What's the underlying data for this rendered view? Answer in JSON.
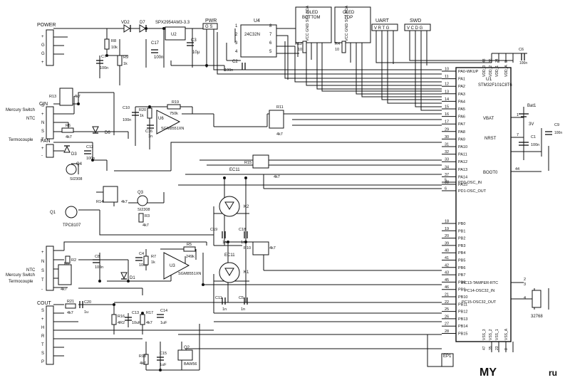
{
  "labels": {
    "power": "POWER",
    "pwr": "PWR",
    "pwr_pins": "G S",
    "vd2": "VD2",
    "d7": "D7",
    "regulator": "SPX2954AM3-3.3",
    "u2": "U2",
    "c17": "C17",
    "c17_val": "100n",
    "c3": "C3",
    "c3_val": "10µ",
    "u4": "U4",
    "u4_part": "24C32N",
    "c2": "C2",
    "c2_val": "100n",
    "oled_bottom_1": "OLED",
    "oled_bottom_2": "BOTTOM",
    "oled_top_1": "OLED",
    "oled_top_2": "TOP",
    "oled_pins": "VCC GND SCL SDA",
    "r12": "R12",
    "r12_val": "10",
    "r4": "R4",
    "r4_val": "10",
    "uart": "UART",
    "uart_pins": "V R T G",
    "swd": "SWD",
    "swd_pins": "V C D G",
    "c6": "C6",
    "c6_val": "100n",
    "r8": "R8",
    "r8_val": "10k",
    "r9": "R9",
    "r9_val": "1k",
    "c7": "C7",
    "c7_val": "100n",
    "r13": "R13",
    "r13_val": "4k7",
    "cin": "CIN",
    "mercury_switch": "Mercury Switch",
    "ntc": "NTC",
    "termocouple": "Termocouple",
    "r6": "R6",
    "r6_val": "4k7",
    "d6": "D6",
    "c10": "C10",
    "c10_val": "100n",
    "r20": "R20",
    "r20_val": "1k",
    "c16": "C16",
    "c16_val": "1n",
    "r19": "R19",
    "r19_val": "750k",
    "u6": "U6",
    "sgm": "SGM8551XN",
    "r11": "R11",
    "r11_val": "4k7",
    "fan": "FAN",
    "d3": "D3",
    "c12": "C12",
    "c12_val": "100n",
    "q4": "Q4",
    "si2308": "SI2308",
    "q3": "Q3",
    "r14": "R14",
    "r14_val": "4k7",
    "r3": "R3",
    "r3_val": "4k7",
    "q1": "Q1",
    "tpc": "TPC8107",
    "r15": "R15",
    "r15_val": "4k7",
    "ec11": "EC11",
    "k2": "K2",
    "k1": "K1",
    "c19": "C19",
    "c18": "C18",
    "cap_1n": "1n",
    "r10": "R10",
    "r10_val": "4k7",
    "c11": "C11",
    "c5": "C5",
    "r2": "R2",
    "r1": "R1",
    "r1_val": "4k7",
    "c8": "C8",
    "c8_val": "100n",
    "c4": "C4",
    "c4_val": "100n",
    "r7": "R7",
    "r7_val": "1k",
    "r5": "R5",
    "r5_val": "249k",
    "d1": "D1",
    "u3": "U3",
    "cout": "COUT",
    "r21": "R21",
    "r21_val": "4k7",
    "c20": "C20",
    "c20_val": "1u",
    "r16": "R16",
    "r16_val": "4R2",
    "c13": "C13",
    "c13_val": "10uF",
    "r17": "R17",
    "r17_val": "4k7",
    "c14": "C14",
    "c14_val": "1uF",
    "r18": "R18",
    "r18_val": "4k7",
    "c15": "C15",
    "c15_val": "1uF",
    "q2": "Q2",
    "baw56": "BAW56",
    "u1": "U1",
    "mcu": "STM32F101C8T6",
    "bat1": "Bat1",
    "bat_val": "3V",
    "c1": "C1",
    "c1_val": "100n",
    "c9": "C9",
    "c9_val": "100n",
    "vbat": "VBAT",
    "nrst": "NRST",
    "boot0": "BOOT0",
    "tamper": "PC13-TAMPER-RTC",
    "osc32_in": "PC14-OSC32_IN",
    "osc32_out": "PC15-OSC32_OUT",
    "crystal": "32768",
    "ep1": "EP1",
    "osc_in": "PD0-OSC_IN",
    "osc_out": "PD1-OSC_OUT",
    "watermark": "MY",
    "watermark2": "ru"
  },
  "connectors": {
    "power_pins": [
      "+",
      "G",
      "G",
      "+"
    ],
    "cin_pins": [
      "S",
      "+",
      "N",
      "S",
      "T"
    ],
    "fan_pins": [
      "+",
      "-"
    ],
    "probe_pins": [
      "+",
      "N",
      "S",
      "T",
      "-"
    ],
    "cout_pins": [
      "S",
      "+",
      "H",
      "R",
      "T",
      "S",
      "P"
    ]
  },
  "mcu_pins": {
    "pa": [
      {
        "num": "10",
        "name": "PA0-WKUP"
      },
      {
        "num": "11",
        "name": "PA1"
      },
      {
        "num": "12",
        "name": "PA2"
      },
      {
        "num": "13",
        "name": "PA3"
      },
      {
        "num": "14",
        "name": "PA4"
      },
      {
        "num": "15",
        "name": "PA5"
      },
      {
        "num": "16",
        "name": "PA6"
      },
      {
        "num": "17",
        "name": "PA7"
      },
      {
        "num": "29",
        "name": "PA8"
      },
      {
        "num": "30",
        "name": "PA9"
      },
      {
        "num": "31",
        "name": "PA10"
      },
      {
        "num": "32",
        "name": "PA11"
      },
      {
        "num": "33",
        "name": "PA12"
      },
      {
        "num": "34",
        "name": "PA13"
      },
      {
        "num": "37",
        "name": "PA14"
      },
      {
        "num": "38",
        "name": "PA15"
      }
    ],
    "pb": [
      {
        "num": "18",
        "name": "PB0"
      },
      {
        "num": "19",
        "name": "PB1"
      },
      {
        "num": "20",
        "name": "PB2"
      },
      {
        "num": "39",
        "name": "PB3"
      },
      {
        "num": "40",
        "name": "PB4"
      },
      {
        "num": "41",
        "name": "PB5"
      },
      {
        "num": "42",
        "name": "PB6"
      },
      {
        "num": "43",
        "name": "PB7"
      },
      {
        "num": "45",
        "name": "PB8"
      },
      {
        "num": "46",
        "name": "PB9"
      },
      {
        "num": "21",
        "name": "PB10"
      },
      {
        "num": "22",
        "name": "PB11"
      },
      {
        "num": "25",
        "name": "PB12"
      },
      {
        "num": "26",
        "name": "PB13"
      },
      {
        "num": "27",
        "name": "PB14"
      },
      {
        "num": "28",
        "name": "PB15"
      }
    ],
    "osc": [
      {
        "num": "5",
        "name": "PD0-OSC_IN"
      },
      {
        "num": "6",
        "name": "PD1-OSC_OUT"
      }
    ],
    "top": [
      "VDD_3",
      "VDD_2",
      "VDD_1",
      "VDD_A"
    ],
    "top_nums": [
      "48",
      "36",
      "24",
      "9"
    ],
    "bottom": [
      "VSS_3",
      "VSS_2",
      "VSS_1",
      "VSS_A"
    ],
    "bottom_nums": [
      "47",
      "35",
      "23",
      "8"
    ],
    "right_nums": [
      "1",
      "7",
      "44",
      "2",
      "3",
      "4"
    ],
    "u4_left": [
      "1",
      "2",
      "3",
      "4"
    ],
    "u4_right": [
      "8",
      "7",
      "6",
      "5"
    ]
  }
}
